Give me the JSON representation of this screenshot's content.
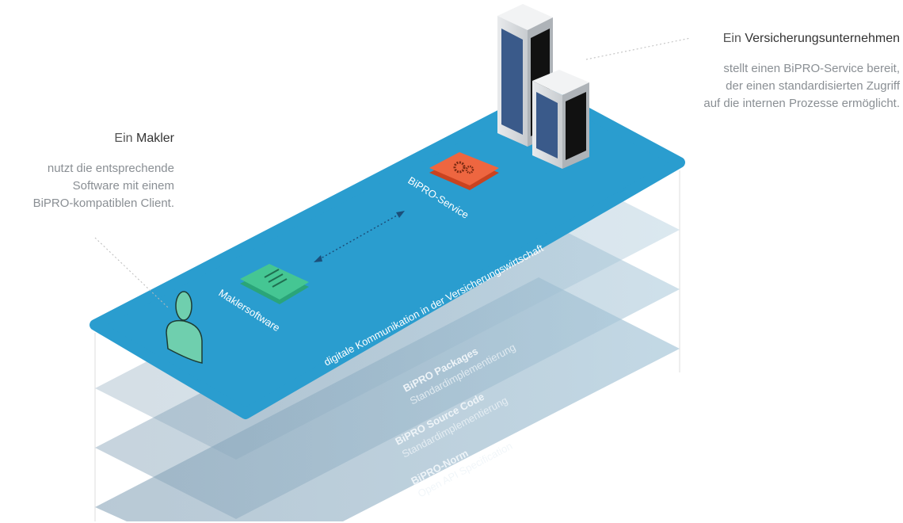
{
  "insurer": {
    "title_prefix": "Ein",
    "title_emph": "Versicherungsunternehmen",
    "lines": [
      "stellt einen BiPRO-Service bereit,",
      "der einen standardisierten Zugriff",
      "auf die internen Prozesse ermöglicht."
    ]
  },
  "broker": {
    "title_prefix": "Ein",
    "title_emph": "Makler",
    "lines": [
      "nutzt die entsprechende",
      "Software mit einem",
      "BiPRO-kompatiblen Client."
    ]
  },
  "platform": {
    "maklersoftware": "Maklersoftware",
    "service": "BiPRO-Service",
    "communication": "digitale Kommunikation in der Versicherungswirtschaft"
  },
  "layers": [
    {
      "title": "BiPRO Packages",
      "subtitle": "Standardimplementierung"
    },
    {
      "title": "BiPRO Source Code",
      "subtitle": "Standardimplementierung"
    },
    {
      "title": "BiPRO-Norm",
      "subtitle": "Open API Specification"
    }
  ],
  "colors": {
    "platform": "#2a9dcf",
    "service": "#e85a35",
    "software": "#3fbf8f",
    "person": "#6fcfae"
  }
}
